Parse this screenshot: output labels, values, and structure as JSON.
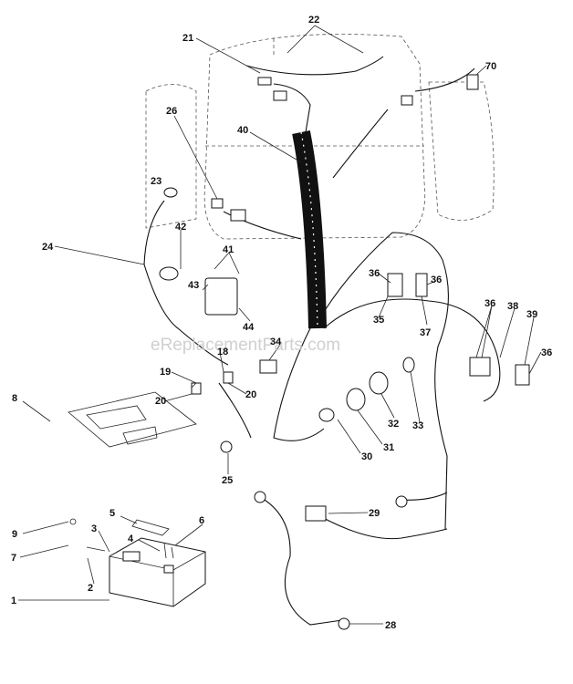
{
  "diagram": {
    "watermark": "eReplacementParts.com",
    "callouts": [
      "22",
      "21",
      "70",
      "26",
      "40",
      "23",
      "42",
      "41",
      "24",
      "43",
      "44",
      "36",
      "35",
      "37",
      "34",
      "19",
      "18",
      "20",
      "38",
      "39",
      "32",
      "33",
      "31",
      "30",
      "8",
      "25",
      "29",
      "28",
      "9",
      "5",
      "6",
      "3",
      "4",
      "7",
      "2",
      "1"
    ]
  },
  "colors": {
    "line": "#111111",
    "watermark": "#c8c8c8",
    "background": "#ffffff"
  }
}
